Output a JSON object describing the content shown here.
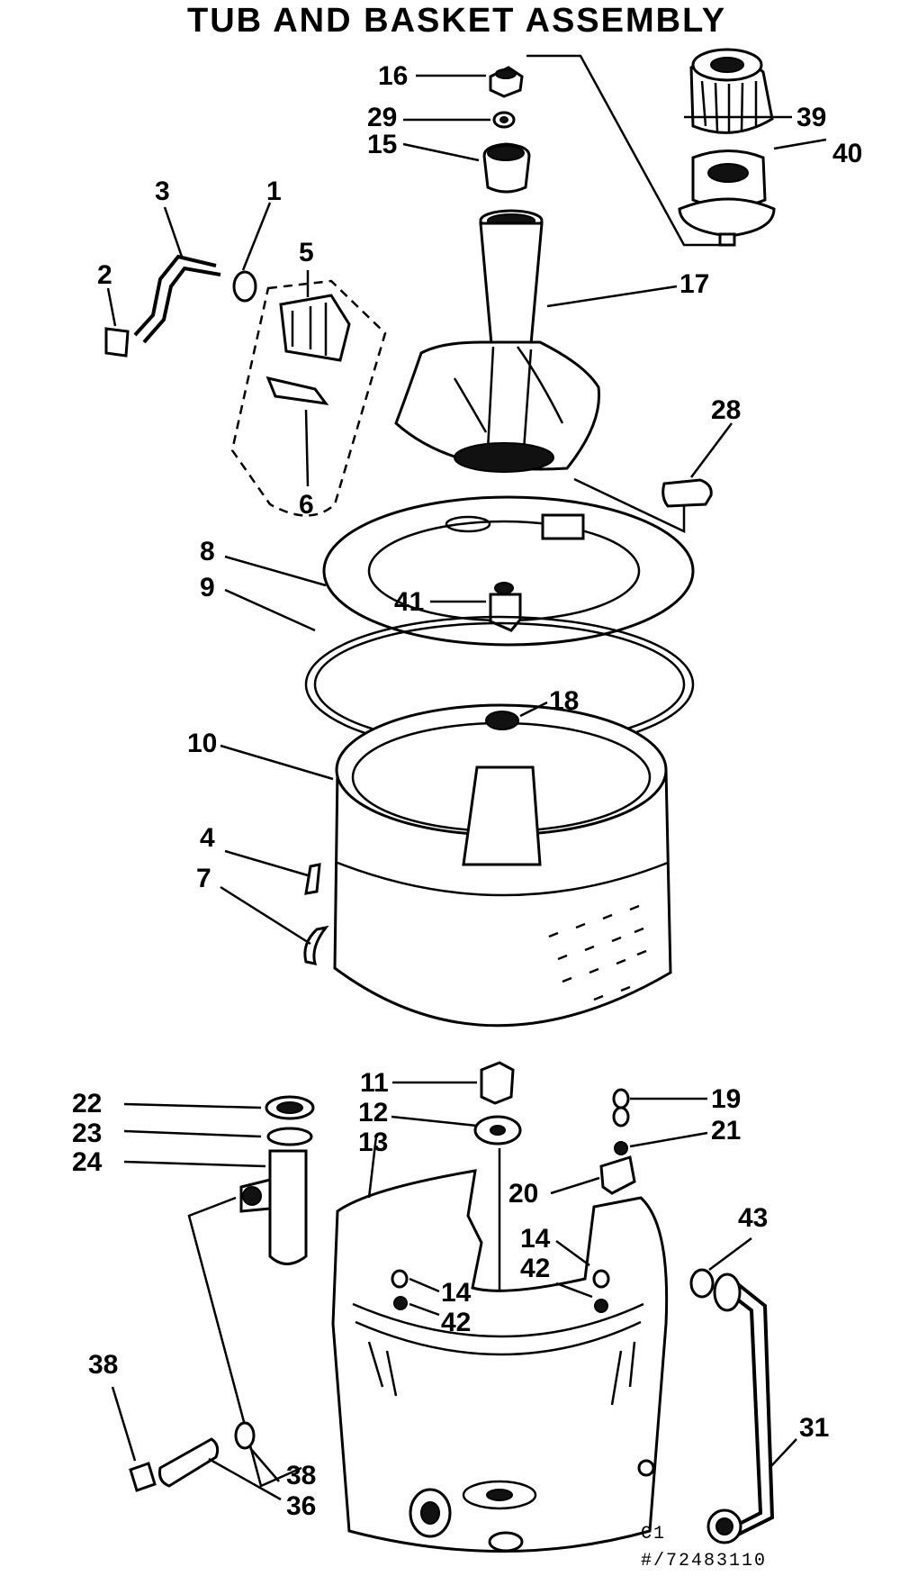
{
  "diagram": {
    "title": "TUB AND BASKET ASSEMBLY",
    "code": "C1",
    "catalog_number": "#/72483110",
    "callouts": {
      "c1": "1",
      "c2": "2",
      "c3": "3",
      "c4": "4",
      "c5": "5",
      "c6": "6",
      "c7": "7",
      "c8": "8",
      "c9": "9",
      "c10": "10",
      "c11": "11",
      "c12": "12",
      "c13": "13",
      "c14a": "14",
      "c14b": "14",
      "c15": "15",
      "c16": "16",
      "c17": "17",
      "c18": "18",
      "c19": "19",
      "c20": "20",
      "c21": "21",
      "c22": "22",
      "c23": "23",
      "c24": "24",
      "c28": "28",
      "c29": "29",
      "c31": "31",
      "c36": "36",
      "c38a": "38",
      "c38b": "38",
      "c39": "39",
      "c40": "40",
      "c41": "41",
      "c42a": "42",
      "c42b": "42",
      "c43": "43"
    }
  }
}
